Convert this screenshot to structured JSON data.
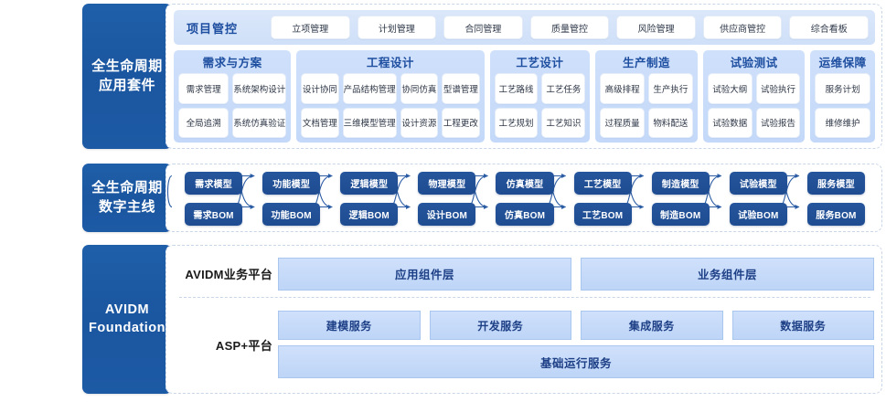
{
  "colors": {
    "brand_blue": "#1f5fa9",
    "deep_blue": "#25559c",
    "title_blue": "#1d4ea0",
    "group_bg": "#cfe0fb",
    "layer_bg": "#cfe0fb",
    "dash_border": "#c9d6e8"
  },
  "bands": {
    "app_suite": {
      "side_label_line1": "全生命周期",
      "side_label_line2": "应用套件",
      "project_control": {
        "title": "项目管控",
        "chips": [
          "立项管理",
          "计划管理",
          "合同管理",
          "质量管控",
          "风险管理",
          "供应商管控",
          "综合看板"
        ]
      },
      "groups": [
        {
          "title": "需求与方案",
          "flex": 121,
          "rows": [
            [
              "需求管理",
              "系统架构设计"
            ],
            [
              "全局追溯",
              "系统仿真验证"
            ]
          ]
        },
        {
          "title": "工程设计",
          "flex": 200,
          "rows": [
            [
              "设计协同",
              "产品结构管理",
              "协同仿真",
              "型谱管理"
            ],
            [
              "文档管理",
              "三维模型管理",
              "设计资源",
              "工程更改"
            ]
          ]
        },
        {
          "title": "工艺设计",
          "flex": 102,
          "rows": [
            [
              "工艺路线",
              "工艺任务"
            ],
            [
              "工艺规划",
              "工艺知识"
            ]
          ]
        },
        {
          "title": "生产制造",
          "flex": 104,
          "rows": [
            [
              "高级排程",
              "生产执行"
            ],
            [
              "过程质量",
              "物料配送"
            ]
          ]
        },
        {
          "title": "试验测试",
          "flex": 104,
          "rows": [
            [
              "试验大纲",
              "试验执行"
            ],
            [
              "试验数据",
              "试验报告"
            ]
          ]
        },
        {
          "title": "运维保障",
          "flex": 62,
          "rows": [
            [
              "服务计划"
            ],
            [
              "维修维护"
            ]
          ]
        }
      ]
    },
    "digital_thread": {
      "side_label_line1": "全生命周期",
      "side_label_line2": "数字主线",
      "columns": [
        {
          "model": "需求模型",
          "bom": "需求BOM"
        },
        {
          "model": "功能模型",
          "bom": "功能BOM"
        },
        {
          "model": "逻辑模型",
          "bom": "逻辑BOM"
        },
        {
          "model": "物理模型",
          "bom": "设计BOM"
        },
        {
          "model": "仿真模型",
          "bom": "仿真BOM"
        },
        {
          "model": "工艺模型",
          "bom": "工艺BOM"
        },
        {
          "model": "制造模型",
          "bom": "制造BOM"
        },
        {
          "model": "试验模型",
          "bom": "试验BOM"
        },
        {
          "model": "服务模型",
          "bom": "服务BOM"
        }
      ]
    },
    "foundation": {
      "side_label_line1": "AVIDM",
      "side_label_line2": "Foundation",
      "business_platform": {
        "label": "AVIDM业务平台",
        "layers": [
          "应用组件层",
          "业务组件层"
        ]
      },
      "asp_platform": {
        "label": "ASP+平台",
        "services": [
          "建模服务",
          "开发服务",
          "集成服务",
          "数据服务"
        ],
        "runtime": "基础运行服务"
      }
    }
  }
}
